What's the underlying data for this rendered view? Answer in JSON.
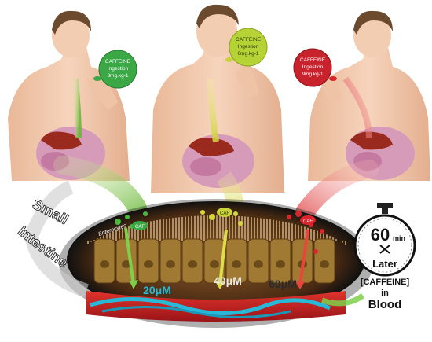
{
  "bubbles": {
    "left": {
      "line1": "CAFFEINE",
      "line2": "Ingestion",
      "line3": "3mg.kg-1",
      "color": "#3aa845"
    },
    "center": {
      "line1": "CAFFEINE",
      "line2": "Ingestion",
      "line3": "6mg.kg-1",
      "color": "#b5d334"
    },
    "right": {
      "line1": "CAFFEINE",
      "line2": "Ingestion",
      "line3": "9mg.kg-1",
      "color": "#c8232c"
    }
  },
  "small_intestine": {
    "line1": "Small",
    "line2": "Intestine"
  },
  "enterocytes_label": "Enterocytes",
  "caf_labels": [
    "CAF",
    "CAF",
    "CAF"
  ],
  "concentrations": [
    "20μM",
    "40μM",
    "60μM"
  ],
  "timer": {
    "value": "60",
    "unit": "min",
    "later": "Later"
  },
  "blood": {
    "line1": "[CAFFEINE]",
    "line2": "in",
    "line3": "Blood"
  },
  "colors": {
    "green": "#3aa845",
    "lime": "#c8d43a",
    "red": "#d8262c",
    "blood": "#c81e24",
    "vein": "#28b8d8",
    "skin": "#f1c9ad"
  }
}
